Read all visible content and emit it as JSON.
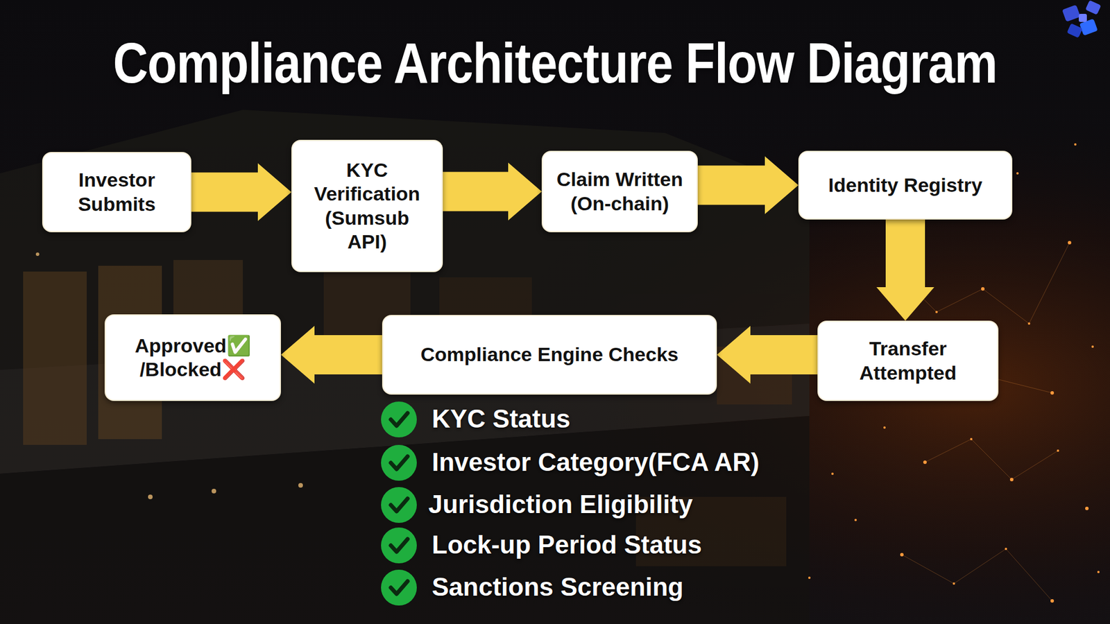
{
  "diagram": {
    "title": "Compliance Architecture Flow Diagram",
    "nodes": [
      {
        "text": [
          "Investor Submits"
        ]
      },
      {
        "text": [
          "KYC Verification (Sumsub API)"
        ]
      },
      {
        "text": [
          "Claim Written (On-chain)"
        ]
      },
      {
        "text": [
          "Identity Registry"
        ]
      },
      {
        "text": [
          "Transfer Attempted"
        ]
      },
      {
        "text": [
          "Compliance Engine Checks"
        ]
      },
      {
        "text": [
          "Approved✅ /Blocked❌"
        ]
      }
    ],
    "edges": [
      {
        "from": 0,
        "to": 1,
        "arrow": "to"
      },
      {
        "from": 1,
        "to": 2,
        "arrow": "to"
      },
      {
        "from": 2,
        "to": 3,
        "arrow": "to"
      },
      {
        "from": 3,
        "to": 4,
        "arrow": "to"
      },
      {
        "from": 4,
        "to": 5,
        "arrow": "to"
      },
      {
        "from": 5,
        "to": 6,
        "arrow": "to"
      }
    ],
    "labels": [
      "KYC Status",
      "Investor Category(FCA AR)",
      "Jurisdiction Eligibility",
      "Lock-up Period Status",
      "Sanctions Screening"
    ]
  }
}
